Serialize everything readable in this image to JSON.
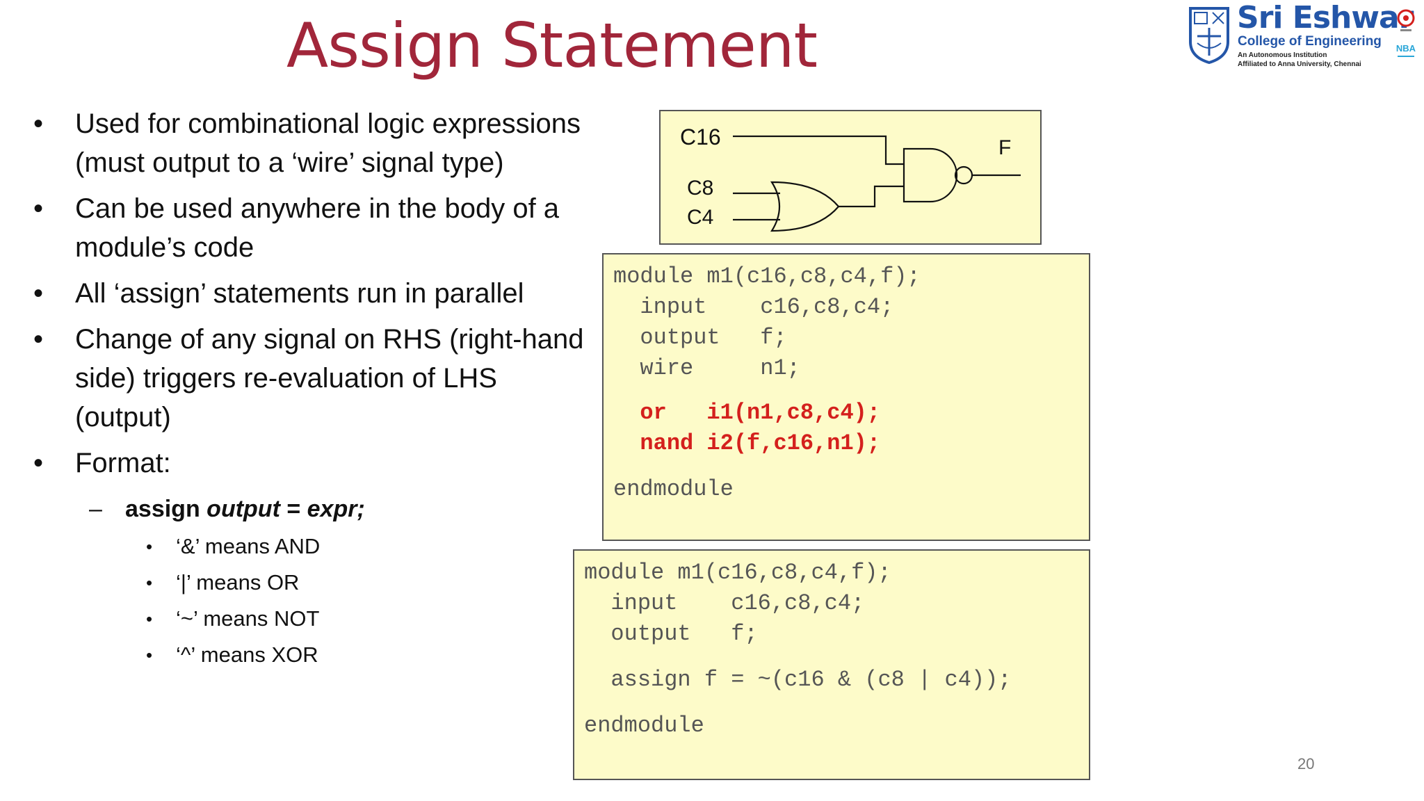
{
  "slide": {
    "title": "Assign Statement",
    "page_number": "20"
  },
  "logo": {
    "name": "Sri Eshwar",
    "subtitle": "College of Engineering",
    "line1": "An Autonomous Institution",
    "line2": "Affiliated to Anna University, Chennai",
    "badge_text": "NBA",
    "colors": {
      "brand": "#2456a8",
      "accent": "#d4201d"
    }
  },
  "bullets": [
    "Used for combinational logic expressions (must output to a ‘wire’ signal type)",
    "Can be used anywhere in the body of a module’s code",
    "All ‘assign’ statements run in parallel",
    "Change of any signal on RHS (right-hand side) triggers re-evaluation of LHS (output)",
    "Format:"
  ],
  "format": {
    "assign_kw": "assign ",
    "output_word": "output",
    "equals": " = ",
    "expr_word": "expr;"
  },
  "operators": [
    "‘&’ means AND",
    "‘|’ means OR",
    "‘~’ means NOT",
    "‘^’ means XOR"
  ],
  "circuit": {
    "inputs": [
      "C16",
      "C8",
      "C4"
    ],
    "output": "F"
  },
  "code_structural": {
    "header": "module m1(c16,c8,c4,f);",
    "lines": [
      "  input    c16,c8,c4;",
      "  output   f;",
      "  wire     n1;"
    ],
    "gates": [
      "  or   i1(n1,c8,c4);",
      "  nand i2(f,c16,n1);"
    ],
    "footer": "endmodule"
  },
  "code_assign": {
    "header": "module m1(c16,c8,c4,f);",
    "lines": [
      "  input    c16,c8,c4;",
      "  output   f;"
    ],
    "assign_line": "  assign f = ~(c16 & (c8 | c4));",
    "footer": "endmodule"
  }
}
